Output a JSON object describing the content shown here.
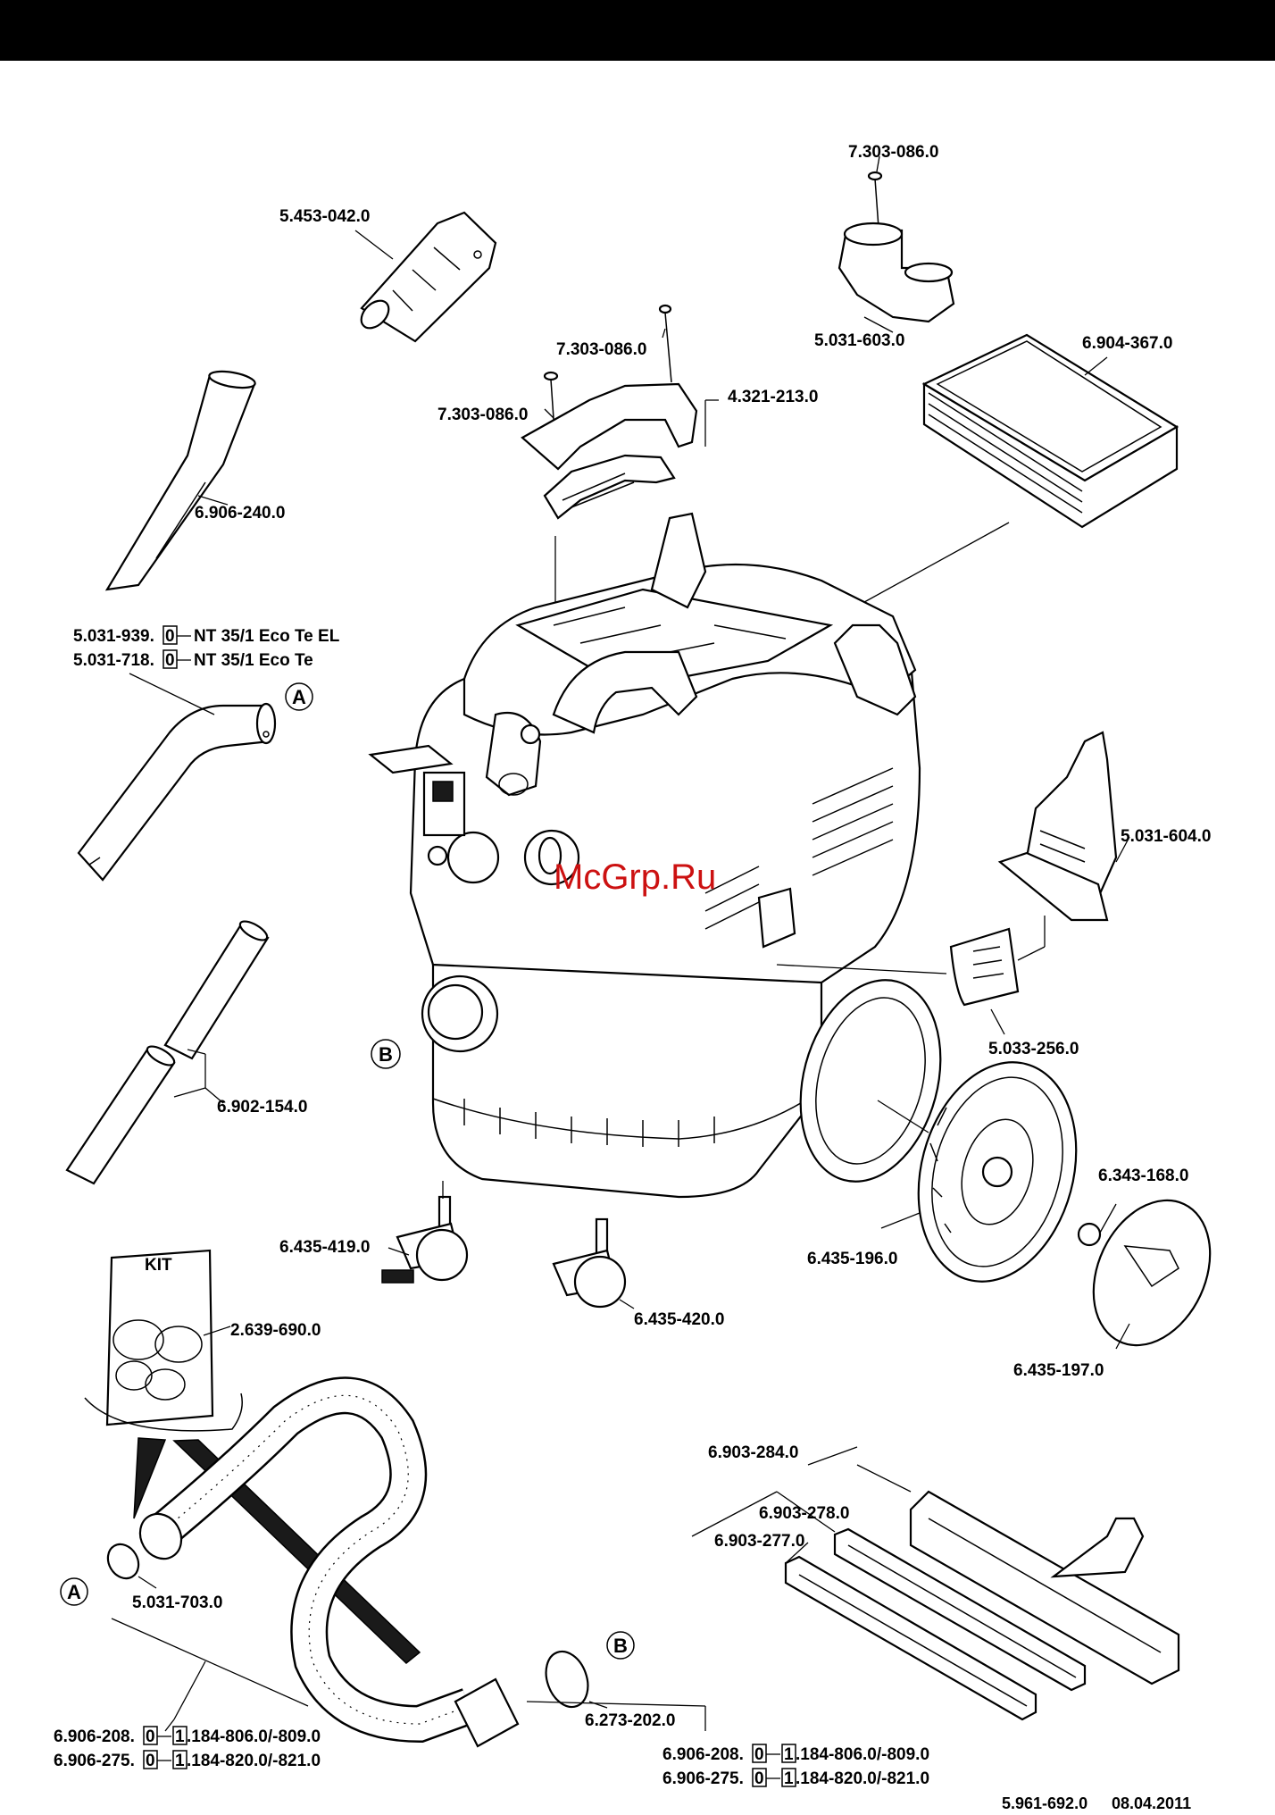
{
  "watermark": "McGrp.Ru",
  "footer": {
    "doc_number": "5.961-692.0",
    "date": "08.04.2011"
  },
  "kit_label": "KIT",
  "callouts": {
    "a": "A",
    "b": "B"
  },
  "parts": {
    "p_5453042": "5.453-042.0",
    "p_7303086_top": "7.303-086.0",
    "p_5031603": "5.031-603.0",
    "p_6904367": "6.904-367.0",
    "p_7303086_mid": "7.303-086.0",
    "p_4321213": "4.321-213.0",
    "p_7303086_left": "7.303-086.0",
    "p_6906240": "6.906-240.0",
    "p_5031604": "5.031-604.0",
    "p_5033256": "5.033-256.0",
    "p_6902154": "6.902-154.0",
    "p_6343168": "6.343-168.0",
    "p_6435419": "6.435-419.0",
    "p_6435196": "6.435-196.0",
    "p_6435420": "6.435-420.0",
    "p_6435197": "6.435-197.0",
    "p_2639690": "2.639-690.0",
    "p_6903284": "6.903-284.0",
    "p_6903278": "6.903-278.0",
    "p_6903277": "6.903-277.0",
    "p_5031703": "5.031-703.0",
    "p_6273202": "6.273-202.0"
  },
  "hose_variants": [
    {
      "part": "5.031-939.",
      "suffix": "0",
      "model": "NT 35/1 Eco Te EL"
    },
    {
      "part": "5.031-718.",
      "suffix": "0",
      "model": "NT 35/1 Eco Te"
    }
  ],
  "suction_hose_left": [
    {
      "part": "6.906-208.",
      "suffix": "0",
      "digit": "1",
      "rest": ".184-806.0/-809.0"
    },
    {
      "part": "6.906-275.",
      "suffix": "0",
      "digit": "1",
      "rest": ".184-820.0/-821.0"
    }
  ],
  "suction_hose_right": [
    {
      "part": "6.906-208.",
      "suffix": "0",
      "digit": "1",
      "rest": ".184-806.0/-809.0"
    },
    {
      "part": "6.906-275.",
      "suffix": "0",
      "digit": "1",
      "rest": ".184-820.0/-821.0"
    }
  ]
}
